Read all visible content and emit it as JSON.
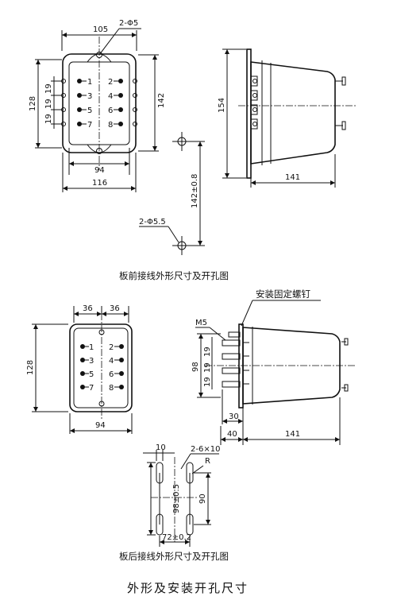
{
  "captions": {
    "front": "板前接线外形尺寸及开孔图",
    "rear": "板后接线外形尺寸及开孔图",
    "title": "外形及安装开孔尺寸"
  },
  "front_view": {
    "width_top": "105",
    "holes": "2-Φ5",
    "height_outer": "128",
    "height_inner": "142",
    "pitch_1": "19",
    "pitch_2": "19",
    "pitch_3": "19",
    "width_inner": "94",
    "width_outer": "116",
    "terminals_left": [
      "1",
      "3",
      "5",
      "7"
    ],
    "terminals_right": [
      "2",
      "4",
      "6",
      "8"
    ]
  },
  "side_view": {
    "height": "154",
    "depth": "141"
  },
  "cutout_front": {
    "spacing": "142±0.8",
    "hole": "2-Φ5.5"
  },
  "rear_view": {
    "dim_a": "36",
    "dim_b": "36",
    "height": "128",
    "width": "94",
    "terminals_left": [
      "1",
      "3",
      "5",
      "7"
    ],
    "terminals_right": [
      "2",
      "4",
      "6",
      "8"
    ]
  },
  "rear_side_view": {
    "screw_label": "安装固定螺钉",
    "thread": "M5",
    "height": "98",
    "pitch_1": "19",
    "pitch_2": "19",
    "pitch_3": "19",
    "stud": "30",
    "offset": "40",
    "depth": "141"
  },
  "cutout_rear": {
    "width": "10",
    "slots": "2-6×10",
    "radius": "R",
    "spacing": "98±0.5",
    "height": "90",
    "pitch": "72±0.2"
  }
}
